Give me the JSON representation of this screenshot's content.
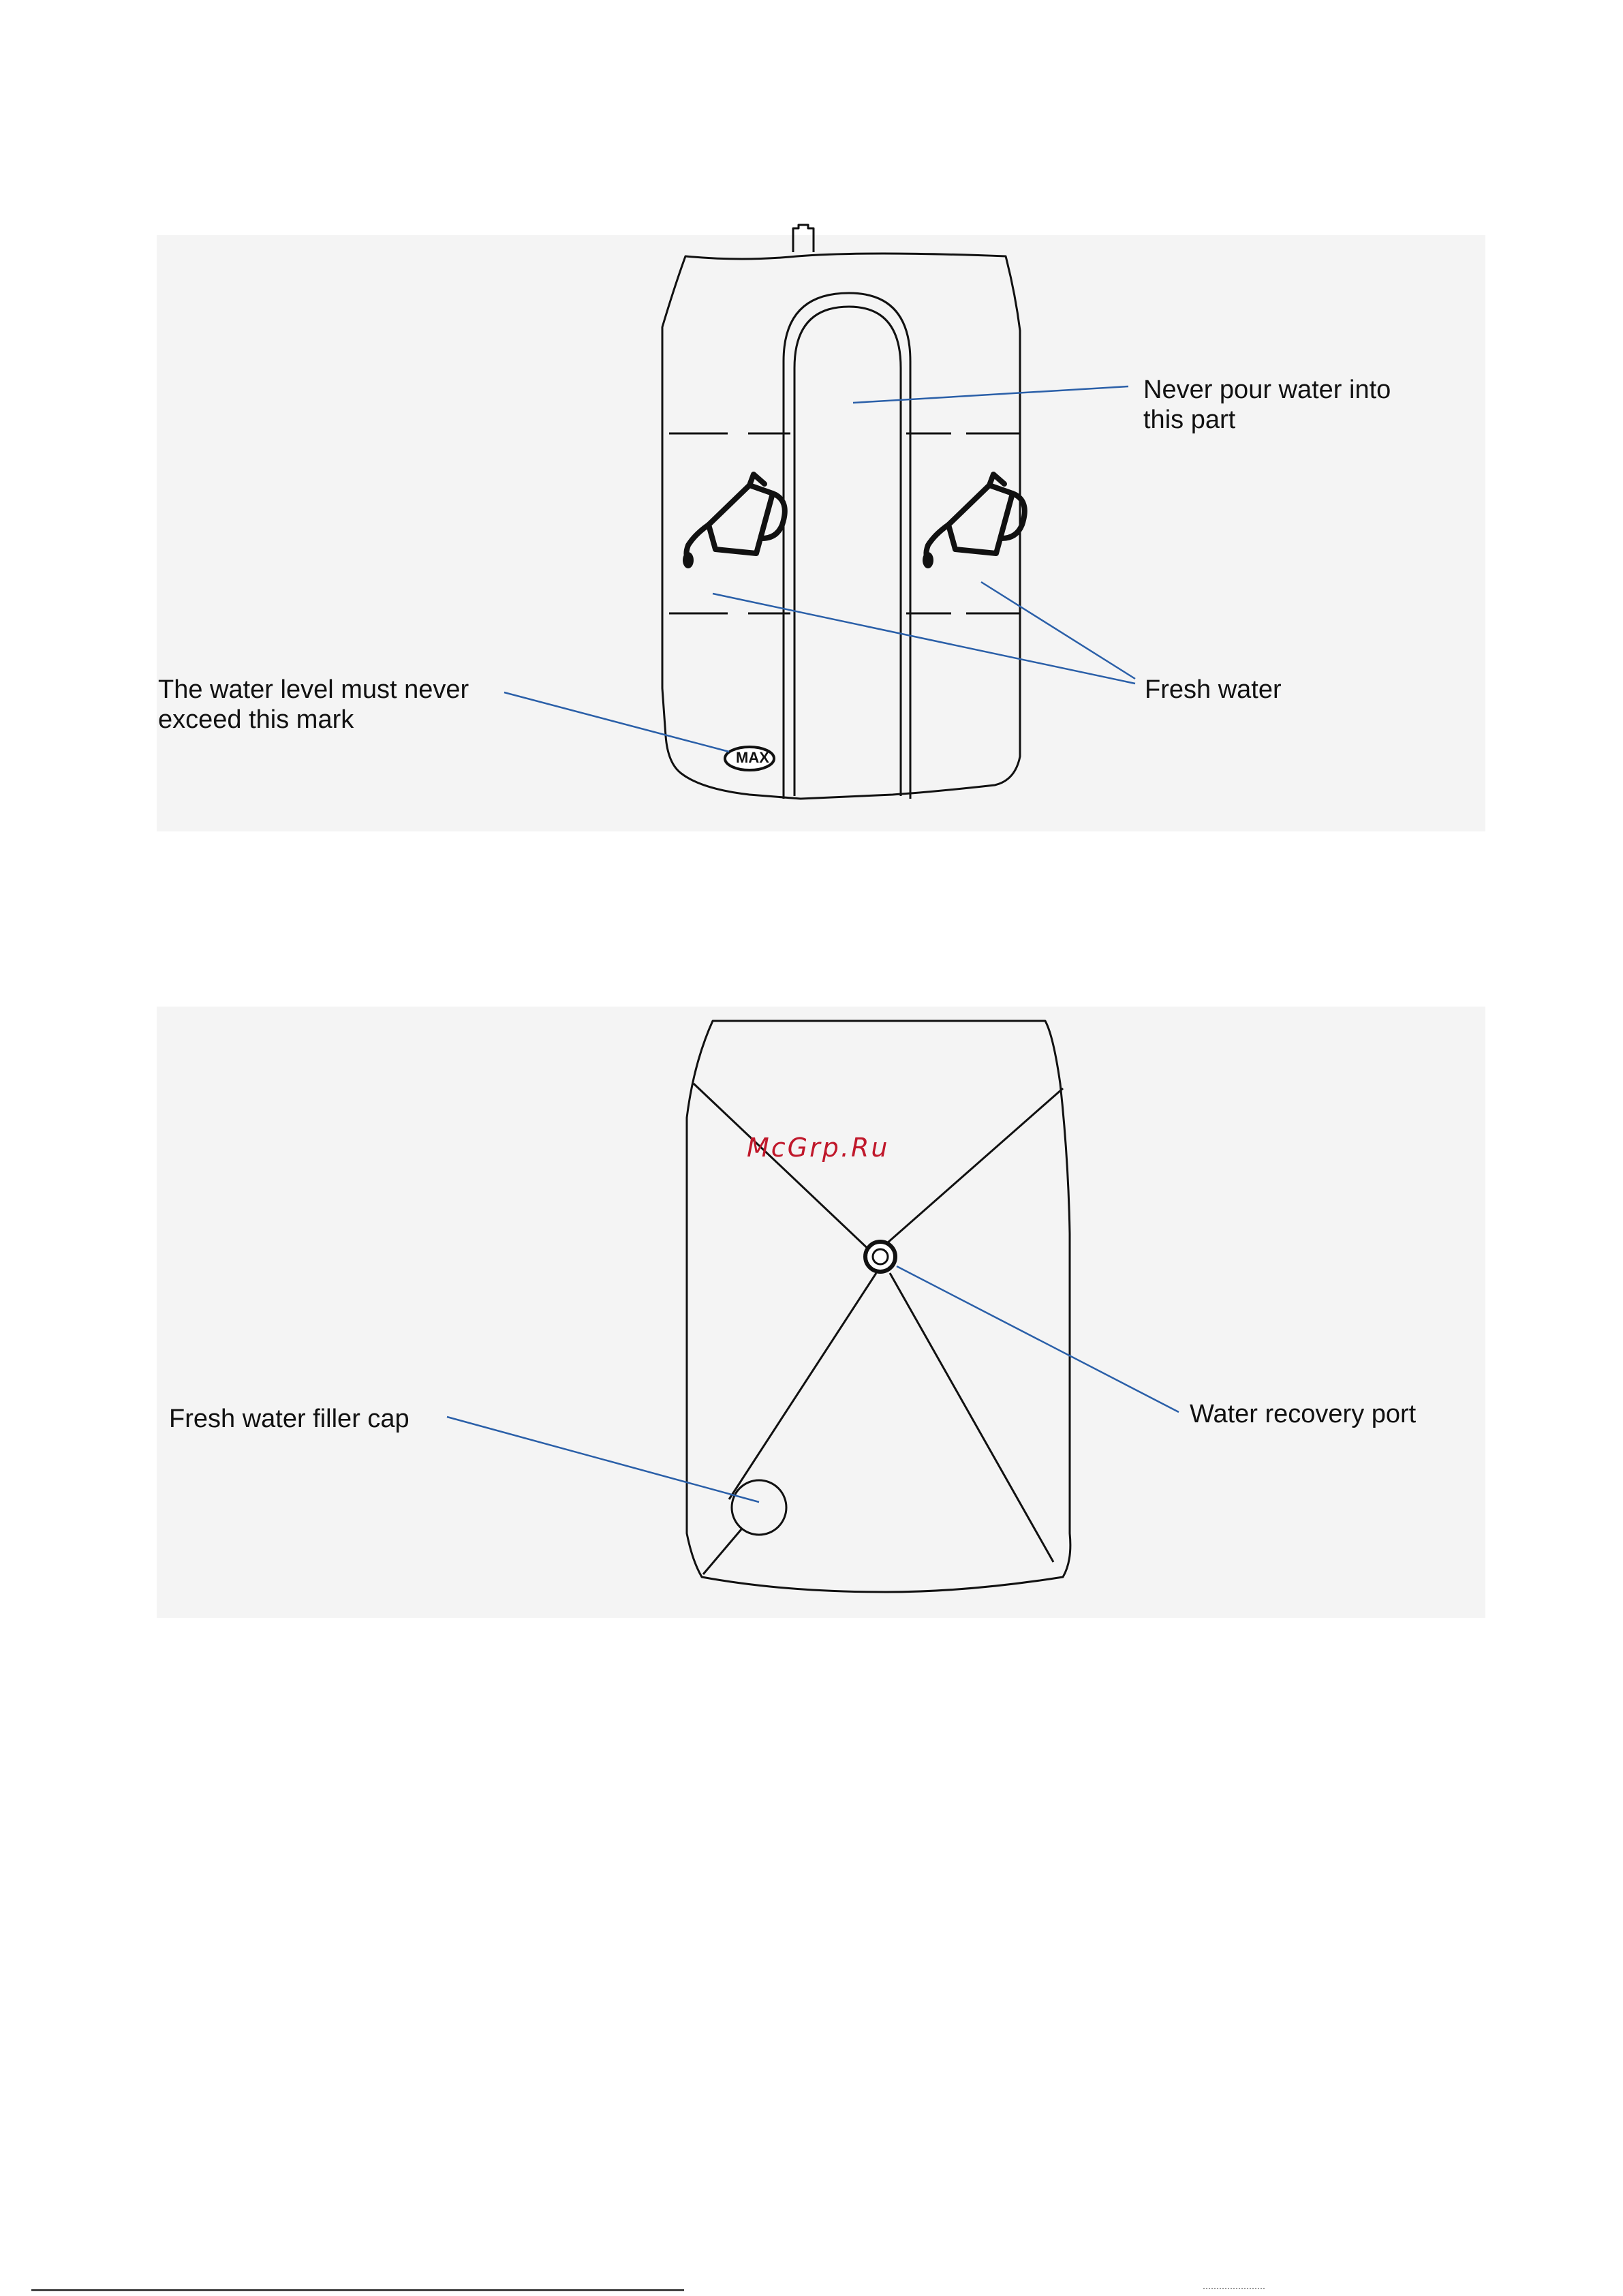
{
  "diagram_front": {
    "labels": {
      "never_pour": [
        "Never pour water into",
        "this part"
      ],
      "fresh_water": "Fresh water",
      "water_level": [
        "The water level must never",
        "exceed this mark"
      ],
      "max_mark": "MAX"
    }
  },
  "diagram_top": {
    "labels": {
      "filler_cap": "Fresh water filler cap",
      "recovery_port": "Water recovery port"
    }
  },
  "watermark": "McGrp.Ru",
  "colors": {
    "leader_line": "#2a5fa8",
    "outline": "#111111",
    "panel_background": "#f4f4f4",
    "watermark": "#c0182b"
  }
}
